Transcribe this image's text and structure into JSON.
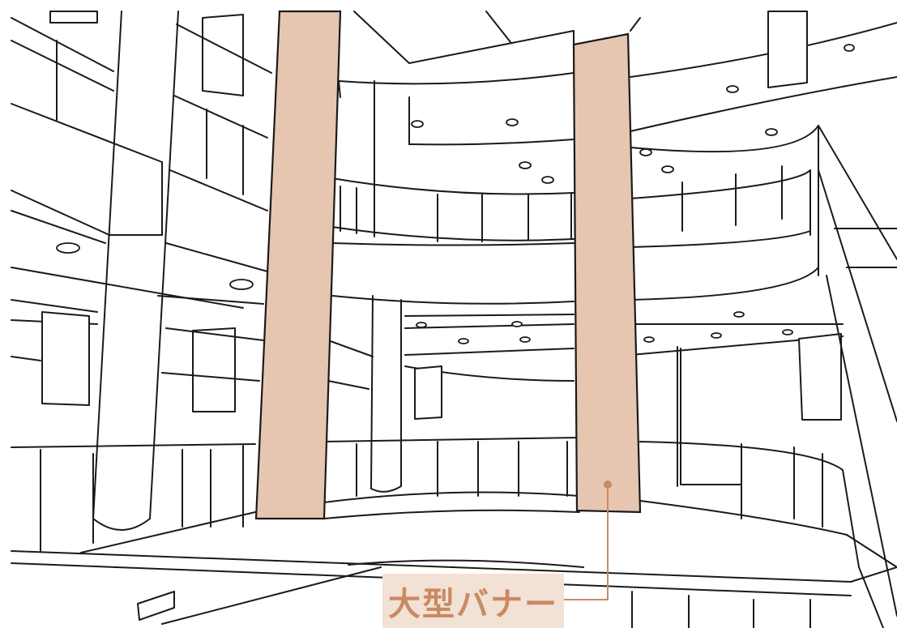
{
  "callout": {
    "label": "大型バナー"
  },
  "colors": {
    "banner_fill": "#e6c6b1",
    "label_background": "#f2e1d5",
    "label_text": "#c98a63",
    "line": "#1a1a1a"
  },
  "icons": {
    "ceiling_lights": "ellipse-outline",
    "callout_dot": "filled-circle"
  }
}
